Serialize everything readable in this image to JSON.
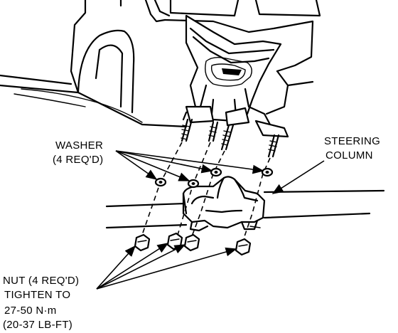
{
  "labels": {
    "washer_line1": "WASHER",
    "washer_line2": "(4 REQ'D)",
    "column_line1": "STEERING",
    "column_line2": "COLUMN",
    "nut_line1": "NUT (4 REQ'D)",
    "nut_line2": "TIGHTEN TO",
    "nut_line3": "27-50 N·m",
    "nut_line4": "(20-37 LB-FT)"
  },
  "colors": {
    "ink": "#000000",
    "paper": "#ffffff"
  }
}
